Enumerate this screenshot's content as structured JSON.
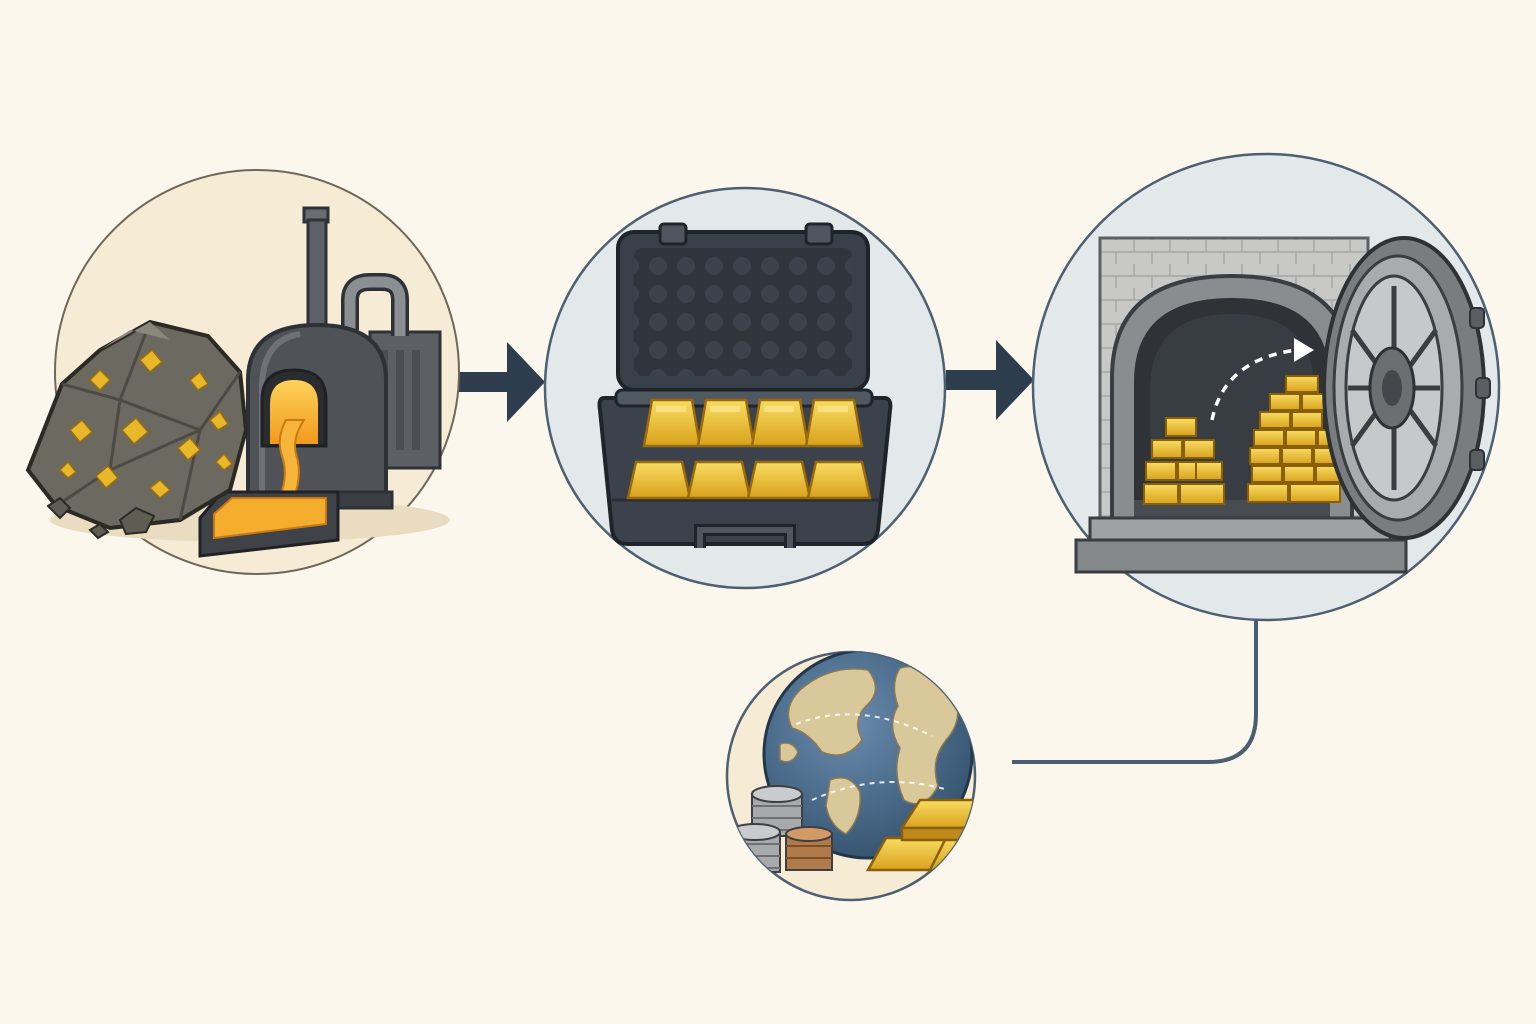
{
  "diagram": {
    "stages": [
      {
        "id": "mining-smelting",
        "icon": "ore-and-furnace-icon"
      },
      {
        "id": "transport",
        "icon": "gold-briefcase-icon"
      },
      {
        "id": "vault-storage",
        "icon": "bank-vault-icon"
      },
      {
        "id": "global-trade",
        "icon": "globe-coins-gold-icon"
      }
    ],
    "flows": [
      {
        "from": "mining-smelting",
        "to": "transport"
      },
      {
        "from": "transport",
        "to": "vault-storage"
      },
      {
        "from": "global-trade",
        "to": "vault-storage"
      }
    ]
  },
  "colors": {
    "background": "#fbf7ec",
    "arrow": "#2e3d4d",
    "connector": "#4a5e70",
    "gold": "#e6b52a",
    "gold_dark": "#b58512",
    "gold_light": "#f8dc63",
    "stone": "#6c6a60",
    "iron": "#4a4d51",
    "ocean": "#476a8c",
    "land": "#d9c89a"
  }
}
